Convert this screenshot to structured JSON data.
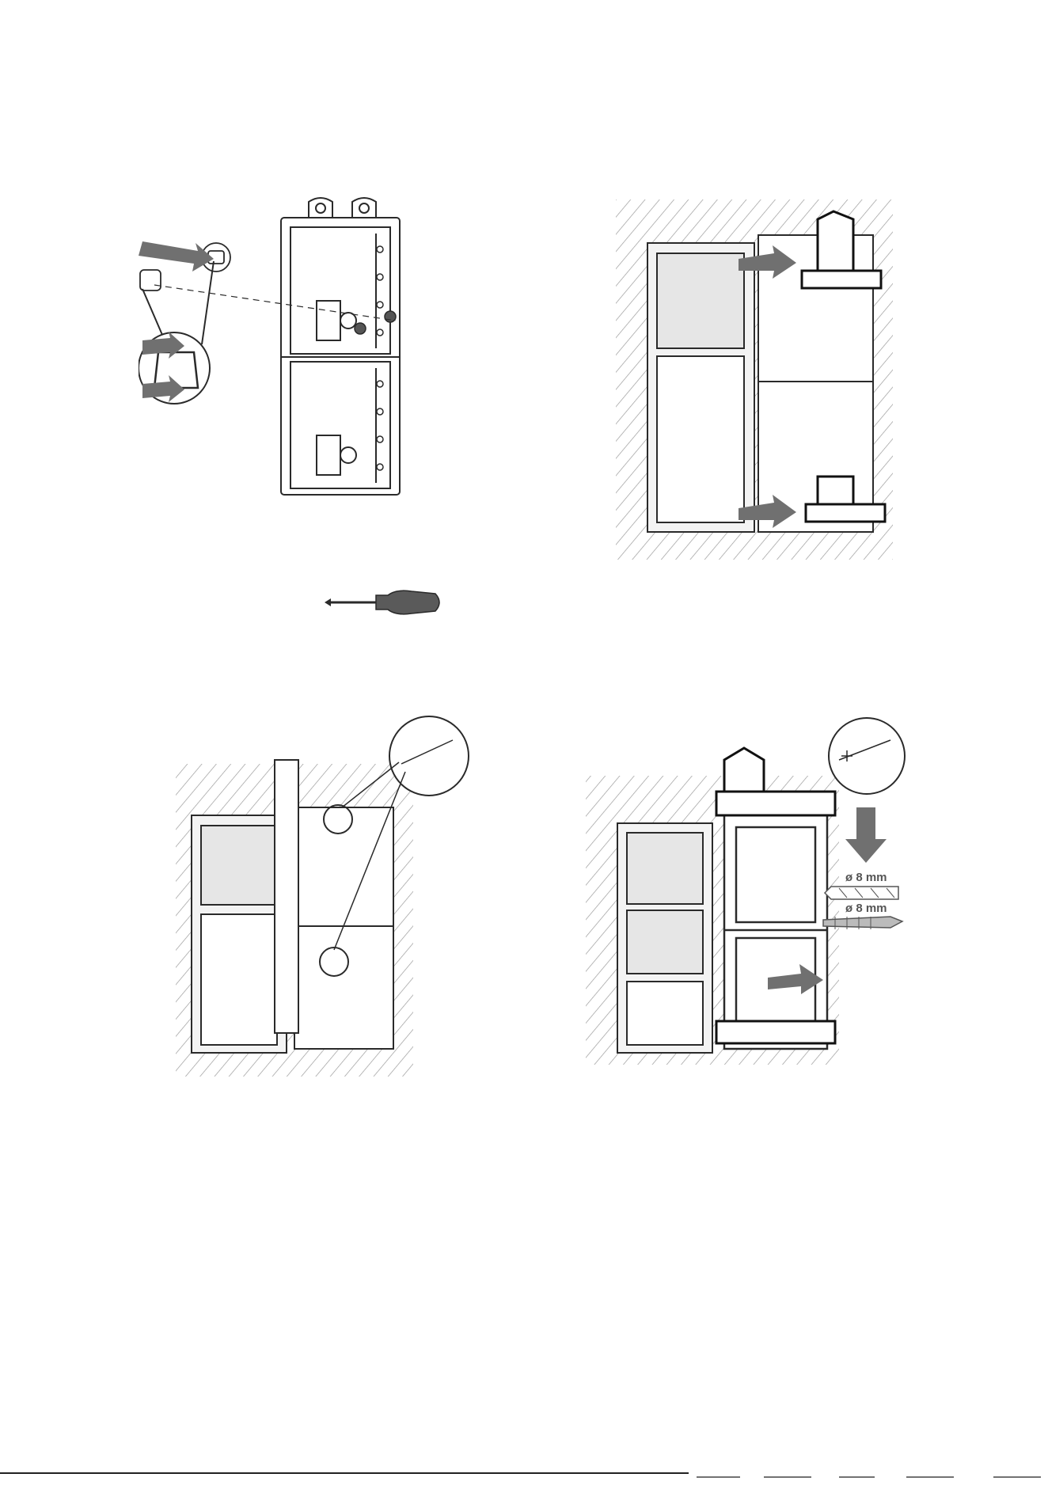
{
  "figures": {
    "fig2": {
      "callouts": {
        "drill_label": "ø 8 mm",
        "plug_label": "ø 8 mm"
      }
    }
  },
  "colors": {
    "line": "#2a2a2a",
    "hatch": "#8a8a8a",
    "arrow_fill": "#707070",
    "panel_fill": "#f3f3f3"
  },
  "icons": [
    "screwdriver-icon",
    "screw-icon",
    "wall-plug-icon",
    "drill-bit-icon",
    "arrow-icon",
    "magnifier-circle"
  ]
}
